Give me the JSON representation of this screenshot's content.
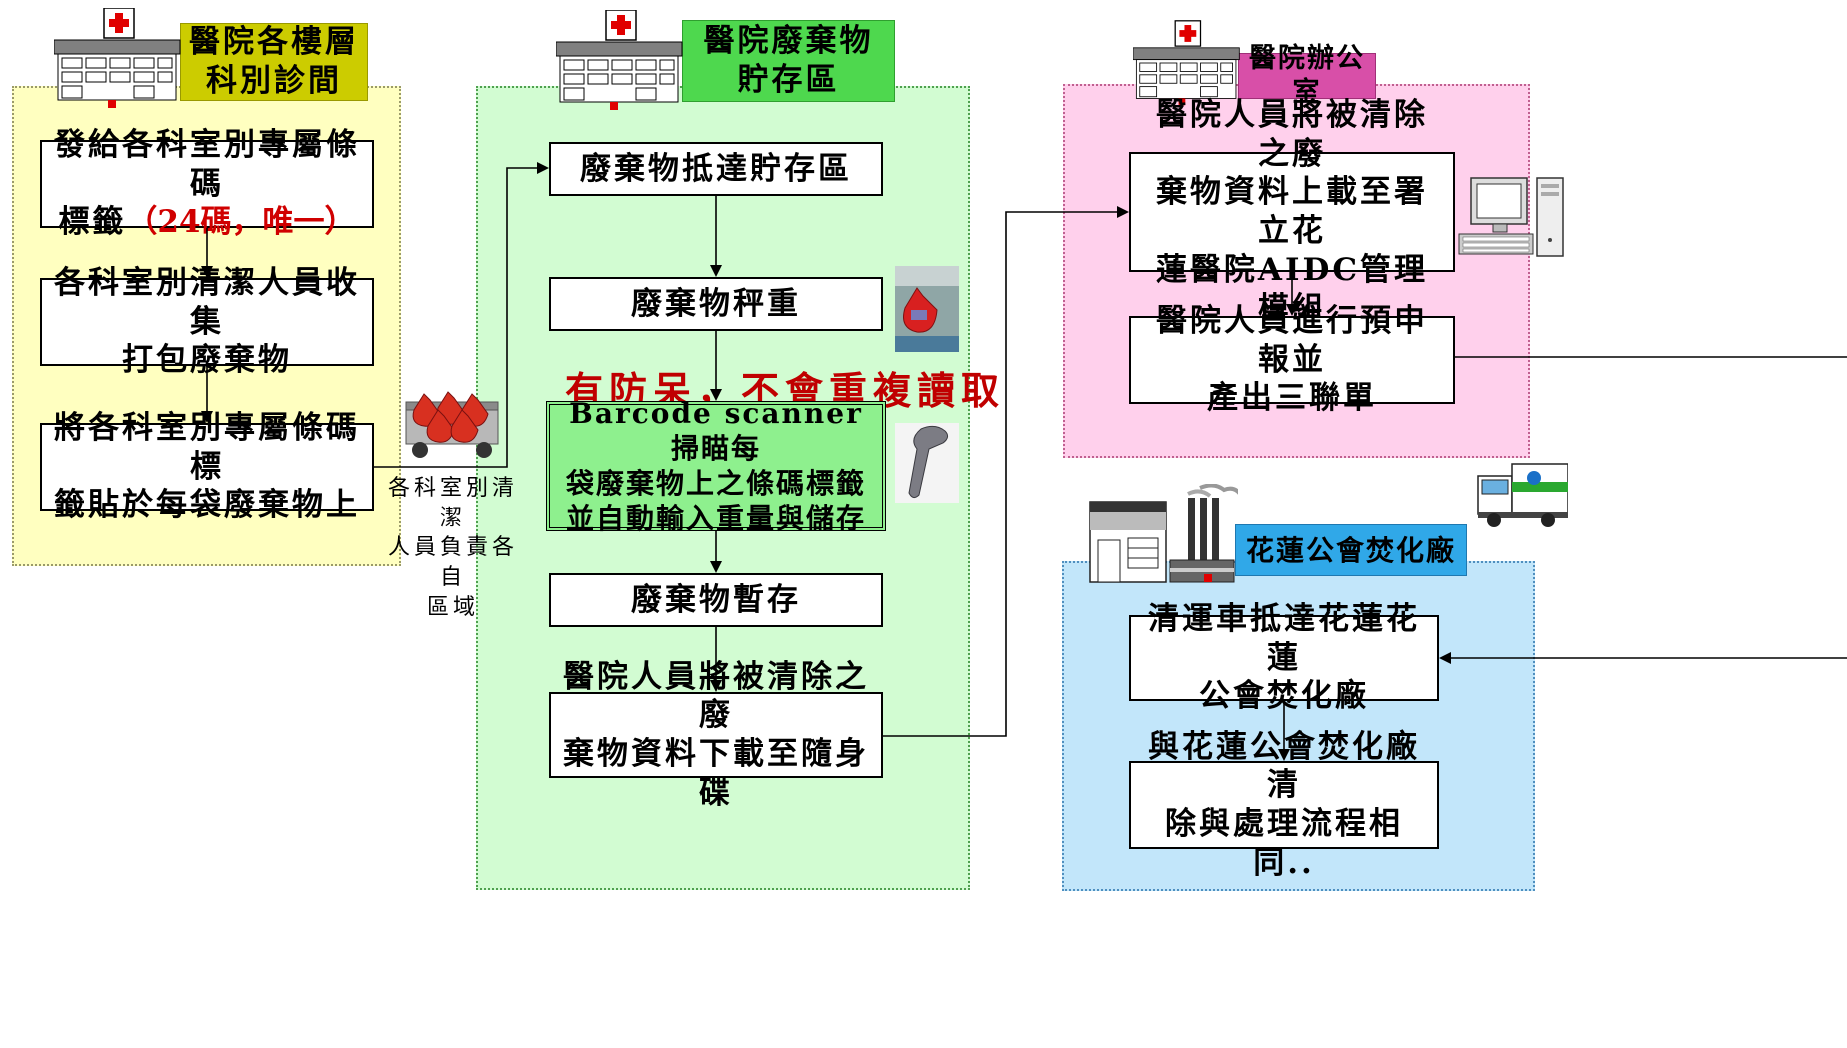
{
  "departments": {
    "title_line1": "醫院各樓層",
    "title_line2": "科別診間",
    "step1_line1": "發給各科室別專屬條碼",
    "step1_line2_prefix": "標籤",
    "step1_highlight": "（24碼，唯一）",
    "step2_line1": "各科室別清潔人員收集",
    "step2_line2": "打包廢棄物",
    "step3_line1": "將各科室別專屬條碼標",
    "step3_line2": "籤貼於每袋廢棄物上"
  },
  "cart_caption": {
    "line1": "各科室別清潔",
    "line2": "人員負責各自",
    "line3": "區域"
  },
  "storage": {
    "title_line1": "醫院廢棄物",
    "title_line2": "貯存區",
    "step1": "廢棄物抵達貯存區",
    "step2": "廢棄物秤重",
    "warning": "有防呆，不會重複讀取",
    "scan_line1": "Barcode scanner掃瞄每",
    "scan_line2": "袋廢棄物上之條碼標籤",
    "scan_line3": "並自動輸入重量與儲存",
    "step4": "廢棄物暫存",
    "step5_line1": "醫院人員將被清除之廢",
    "step5_line2": "棄物資料下載至隨身碟"
  },
  "office": {
    "title": "醫院辦公室",
    "step1_line1": "醫院人員將被清除之廢",
    "step1_line2": "棄物資料上載至署立花",
    "step1_line3": "蓮醫院AIDC管理模組",
    "step2_line1": "醫院人員進行預申報並",
    "step2_line2": "產出三聯單"
  },
  "incinerator": {
    "title": "花蓮公會焚化廠",
    "step1_line1": "清運車抵達花蓮花蓮",
    "step1_line2": "公會焚化廠",
    "step2_line1": "與花蓮公會焚化廠清",
    "step2_line2": "除與處理流程相同.."
  },
  "icons": {
    "hospital": "hospital-building-icon",
    "cart": "waste-cart-icon",
    "bag": "waste-bag-photo-icon",
    "scanner": "barcode-scanner-icon",
    "computer": "computer-icon",
    "truck": "garbage-truck-icon",
    "factory": "incinerator-factory-icon"
  },
  "colors": {
    "yellow_panel": "#ffffc0",
    "yellow_header": "#cccc00",
    "green_panel": "#d2fcd2",
    "green_header": "#4ed84e",
    "pink_panel": "#ffd0ec",
    "pink_header": "#d84fa8",
    "blue_panel": "#c2e6fa",
    "blue_header": "#30a8e8",
    "warning": "#c00000",
    "highlight": "#d00000"
  }
}
